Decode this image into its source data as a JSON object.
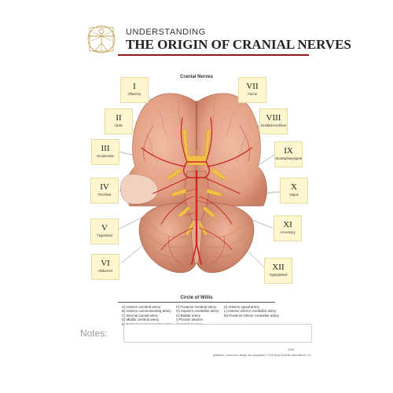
{
  "header": {
    "subtitle": "UNDERSTANDING",
    "title": "THE ORIGIN OF CRANIAL NERVES",
    "logo_icon": "vitruvian-man-icon"
  },
  "diagram": {
    "heading": "Cranial Nerves",
    "nerves": [
      {
        "numeral": "I",
        "name": "Olfactory"
      },
      {
        "numeral": "II",
        "name": "Optic"
      },
      {
        "numeral": "III",
        "name": "Oculomotor"
      },
      {
        "numeral": "IV",
        "name": "Trochlear"
      },
      {
        "numeral": "V",
        "name": "Trigeminal"
      },
      {
        "numeral": "VI",
        "name": "Abducens"
      },
      {
        "numeral": "VII",
        "name": "Facial"
      },
      {
        "numeral": "VIII",
        "name": "Vestibulocochlear"
      },
      {
        "numeral": "IX",
        "name": "Glossopharyngeal"
      },
      {
        "numeral": "X",
        "name": "Vagus"
      },
      {
        "numeral": "XI",
        "name": "Accessory"
      },
      {
        "numeral": "XII",
        "name": "Hypoglossal"
      }
    ]
  },
  "willis": {
    "heading": "Circle of Willis",
    "col1": [
      "A) Anterior cerebral artery",
      "B) Anterior communicating artery",
      "C) Internal carotid artery",
      "D) Middle cerebral artery",
      "E) Posterior communicating artery"
    ],
    "col2": [
      "F) Posterior cerebral artery",
      "G) Superior cerebellar artery",
      "H) Basilar artery",
      "I) Pontine arteries",
      "J) Vertebral artery"
    ],
    "col3": [
      "K) Anterior spinal artery",
      "L) Anterior inferior cerebellar artery",
      "M) Posterior inferior cerebellar artery"
    ]
  },
  "notes": {
    "label": "Notes:"
  },
  "footer": {
    "code": "9006",
    "copyright": "Illustration, content and design are copyrighted © 2009 Body Scientific International, LLC"
  },
  "colors": {
    "brain": "#e6a98f",
    "artery": "#c8261f",
    "nerve": "#f2c04a",
    "label_bg": "#fdf6cf",
    "title_rule": "#8b1e1e"
  }
}
